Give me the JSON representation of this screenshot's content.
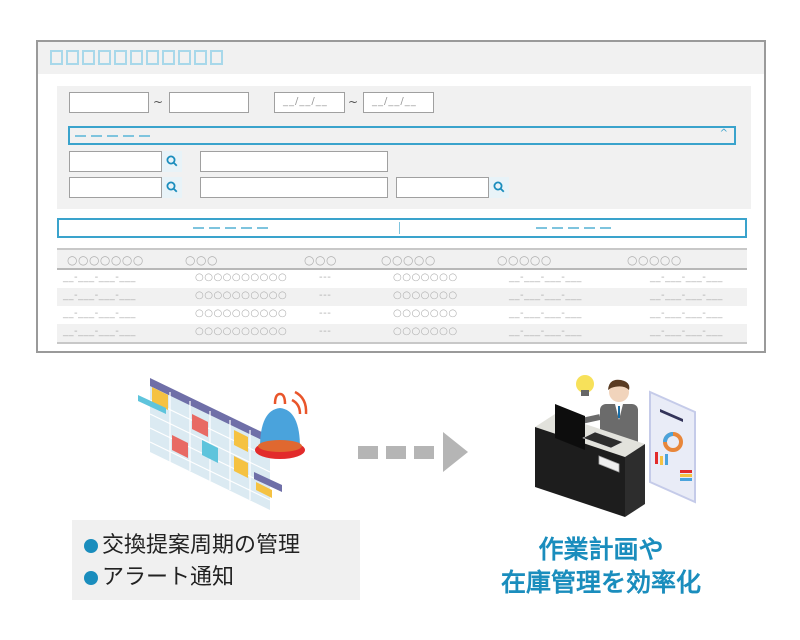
{
  "window": {
    "title_placeholder_count": 11,
    "filters": {
      "range1_from": "",
      "range1_to": "",
      "range_separator": "~",
      "date_from_placeholder": "__/__/__",
      "date_to_placeholder": "__/__/__",
      "select_chevron": "^",
      "search_icon": "search-icon"
    },
    "tabs": [
      {
        "label": "－－－－－"
      },
      {
        "label": "－－－－－"
      }
    ],
    "table": {
      "headers": [
        "○○○○○○○",
        "○○○",
        "○○○",
        "○○○○○",
        "○○○○○",
        "○○○○○"
      ],
      "rows": [
        [
          "__-___-___-___",
          "○○○○○○○○○○",
          "---",
          "○○○○○○○",
          "__-___-___-___",
          "__-___-___-___"
        ],
        [
          "__-___-___-___",
          "○○○○○○○○○○",
          "---",
          "○○○○○○○",
          "__-___-___-___",
          "__-___-___-___"
        ],
        [
          "__-___-___-___",
          "○○○○○○○○○○",
          "---",
          "○○○○○○○",
          "__-___-___-___",
          "__-___-___-___"
        ],
        [
          "__-___-___-___",
          "○○○○○○○○○○",
          "---",
          "○○○○○○○",
          "__-___-___-___",
          "__-___-___-___"
        ]
      ]
    }
  },
  "features": {
    "items": [
      "交換提案周期の管理",
      "アラート通知"
    ]
  },
  "result": {
    "line1": "作業計画や",
    "line2": "在庫管理を効率化"
  },
  "colors": {
    "accent": "#1a8dbd",
    "border_accent": "#3aa3cc",
    "arrow": "#b5b5b5"
  }
}
